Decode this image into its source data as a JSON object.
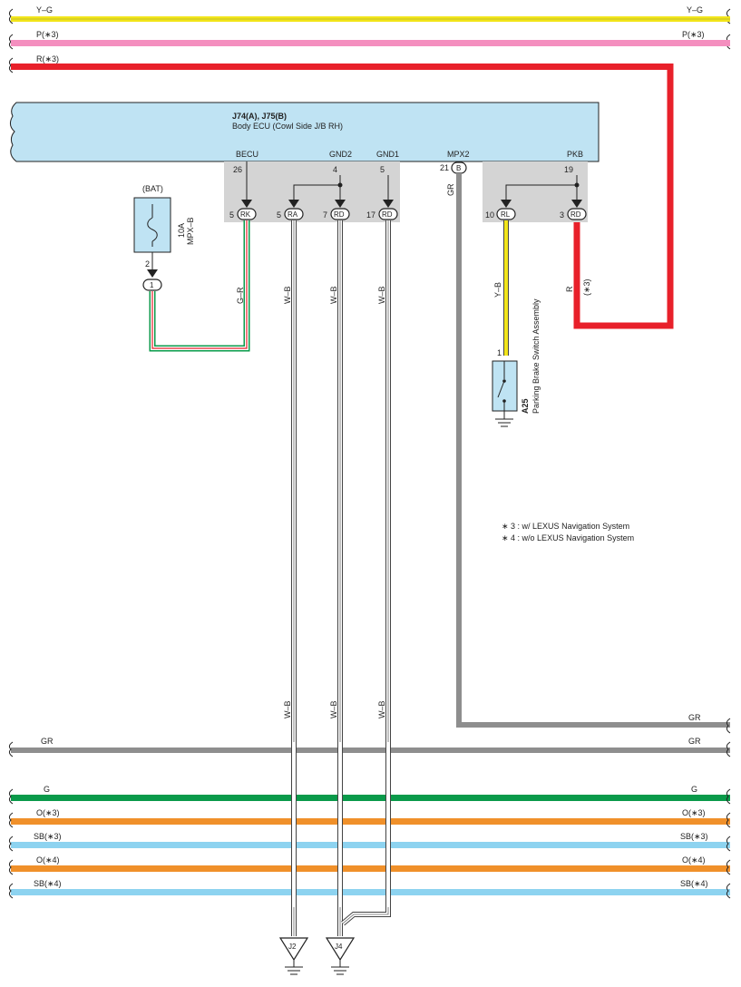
{
  "top_buses": {
    "yg": {
      "left": "Y–G",
      "right": "Y–G",
      "color": "#f2e51a"
    },
    "p3": {
      "left": "P(∗3)",
      "right": "P(∗3)",
      "color": "#f48fbf"
    },
    "r3": {
      "left": "R(∗3)",
      "color": "#e8202a"
    }
  },
  "ecu": {
    "title": "J74(A), J75(B)",
    "subtitle": "Body ECU (Cowl Side J/B RH)",
    "fill": "#bfe3f3",
    "terminals": {
      "becu": {
        "name": "BECU",
        "pin": "26"
      },
      "gnd2": {
        "name": "GND2",
        "pin": "4"
      },
      "gnd1": {
        "name": "GND1",
        "pin": "5"
      },
      "mpx2": {
        "name": "MPX2",
        "pin": "21",
        "conn": "B"
      },
      "pkb": {
        "name": "PKB",
        "pin": "19"
      }
    },
    "connectors": {
      "rk": {
        "pin": "5",
        "conn": "RK"
      },
      "ra": {
        "pin": "5",
        "conn": "RA"
      },
      "rd_gnd2": {
        "pin": "7",
        "conn": "RD"
      },
      "rd_gnd1": {
        "pin": "17",
        "conn": "RD"
      },
      "rl": {
        "pin": "10",
        "conn": "RL"
      },
      "rd_pkb": {
        "pin": "3",
        "conn": "RD"
      }
    }
  },
  "fuse": {
    "bat_label": "(BAT)",
    "rating": "10A",
    "name": "MPX–B",
    "pin": "2",
    "junction": "1"
  },
  "wires": {
    "g_r": "G–R",
    "w_b": "W–B",
    "gr": "GR",
    "y_b": "Y–B",
    "r": "R",
    "r_note": "(∗3)"
  },
  "switch": {
    "pin": "1",
    "code": "A25",
    "name": "Parking Brake Switch Assembly"
  },
  "notes": [
    "∗ 3 : w/ LEXUS Navigation System",
    "∗ 4 : w/o LEXUS Navigation System"
  ],
  "bottom_buses": {
    "gr_upper": {
      "right": "GR",
      "color": "#8e8e8e"
    },
    "gr": {
      "left": "GR",
      "right": "GR",
      "color": "#8e8e8e"
    },
    "g": {
      "left": "G",
      "right": "G",
      "color": "#0a9a4a"
    },
    "o3": {
      "left": "O(∗3)",
      "right": "O(∗3)",
      "color": "#f0902a"
    },
    "sb3": {
      "left": "SB(∗3)",
      "right": "SB(∗3)",
      "color": "#8dd3f0"
    },
    "o4": {
      "left": "O(∗4)",
      "right": "O(∗4)",
      "color": "#f0902a"
    },
    "sb4": {
      "left": "SB(∗4)",
      "right": "SB(∗4)",
      "color": "#8dd3f0"
    }
  },
  "grounds": {
    "j2": "J2",
    "j4": "J4"
  }
}
